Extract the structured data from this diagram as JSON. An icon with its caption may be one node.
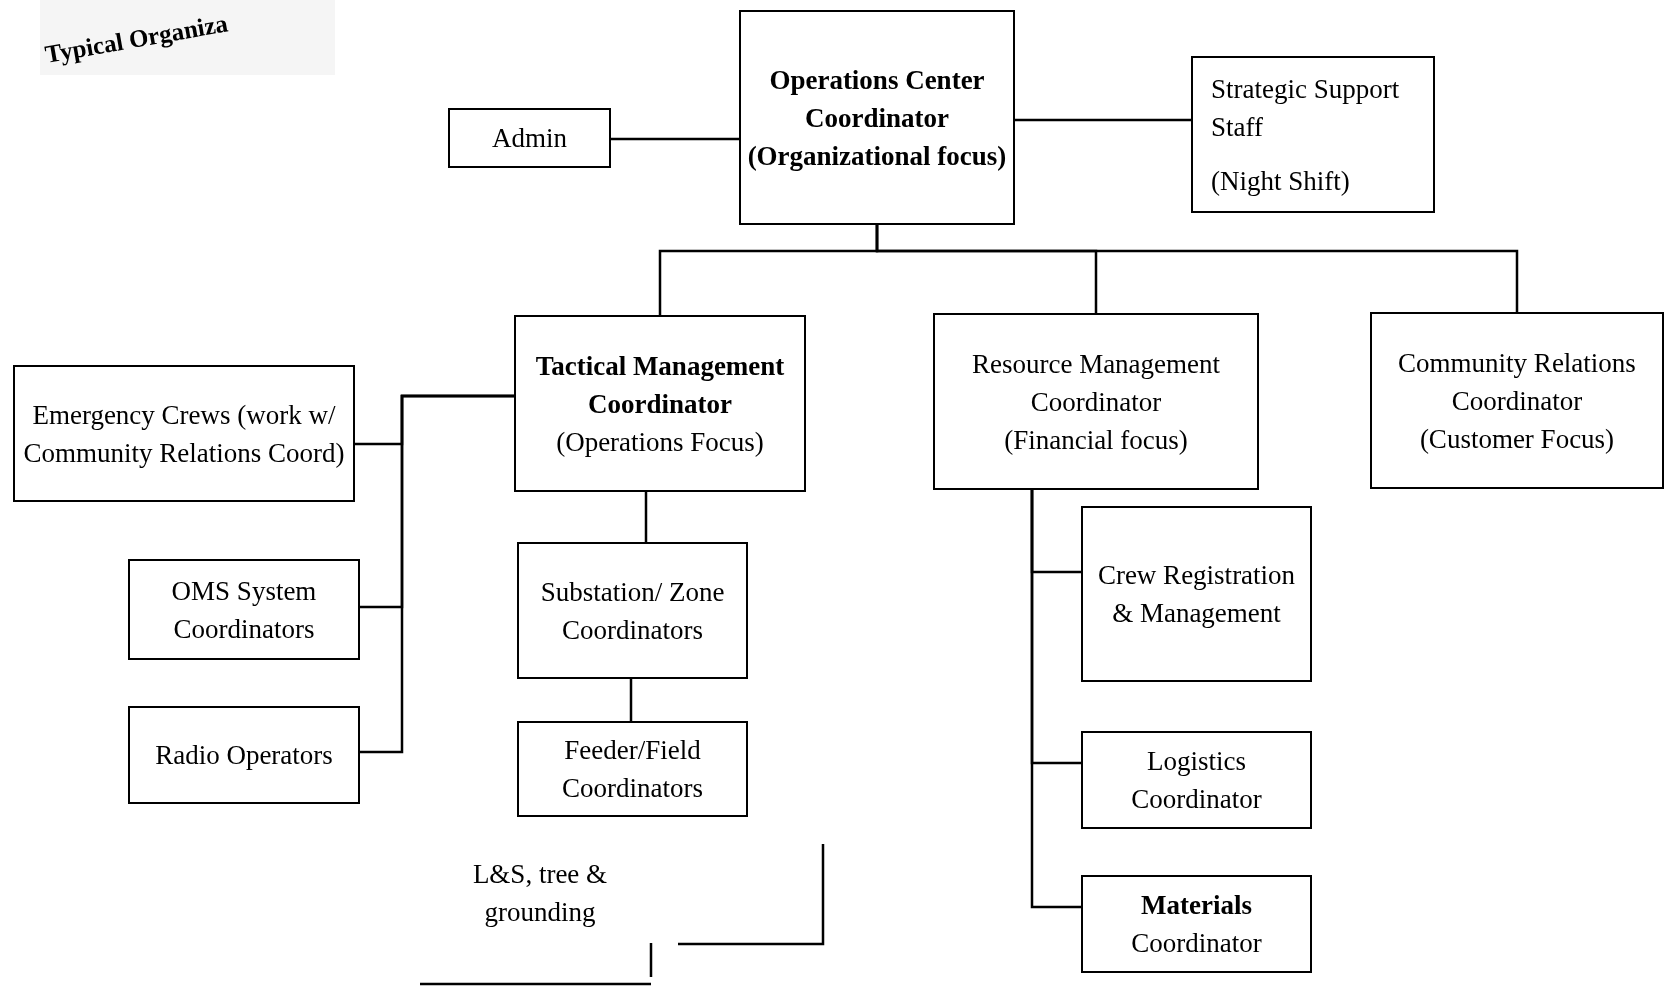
{
  "diagram": {
    "title": "Typical Organiza",
    "nodes": [
      {
        "text": [
          "Operations Center Coordinator (Organizational focus)"
        ]
      },
      {
        "text": [
          "Admin"
        ]
      },
      {
        "text": [
          "Strategic Support Staff",
          "(Night Shift)"
        ]
      },
      {
        "text": [
          "Tactical Management Coordinator",
          "(Operations Focus)"
        ]
      },
      {
        "text": [
          "Resource Management Coordinator",
          "(Financial focus)"
        ]
      },
      {
        "text": [
          "Community Relations Coordinator",
          "(Customer Focus)"
        ]
      },
      {
        "text": [
          "Emergency Crews (work w/ Community Relations Coord)"
        ]
      },
      {
        "text": [
          "OMS System Coordinators"
        ]
      },
      {
        "text": [
          "Radio Operators"
        ]
      },
      {
        "text": [
          "Substation/ Zone Coordinators"
        ]
      },
      {
        "text": [
          "Feeder/Field Coordinators"
        ]
      },
      {
        "text": [
          "Crew Registration & Management"
        ]
      },
      {
        "text": [
          "Logistics Coordinator"
        ]
      },
      {
        "text": [
          "**Materials** Coordinator"
        ]
      }
    ],
    "edges": [
      {
        "from": 0,
        "to": 1,
        "arrow": "none"
      },
      {
        "from": 0,
        "to": 2,
        "arrow": "none"
      },
      {
        "from": 0,
        "to": 3,
        "arrow": "none"
      },
      {
        "from": 0,
        "to": 4,
        "arrow": "none"
      },
      {
        "from": 0,
        "to": 5,
        "arrow": "none"
      },
      {
        "from": 3,
        "to": 6,
        "arrow": "none"
      },
      {
        "from": 3,
        "to": 7,
        "arrow": "none"
      },
      {
        "from": 3,
        "to": 8,
        "arrow": "none"
      },
      {
        "from": 3,
        "to": 9,
        "arrow": "none"
      },
      {
        "from": 9,
        "to": 10,
        "arrow": "none"
      },
      {
        "from": 4,
        "to": 11,
        "arrow": "none"
      },
      {
        "from": 4,
        "to": 12,
        "arrow": "none"
      },
      {
        "from": 4,
        "to": 13,
        "arrow": "none"
      }
    ],
    "labels": [
      "L&S, tree & grounding"
    ]
  }
}
